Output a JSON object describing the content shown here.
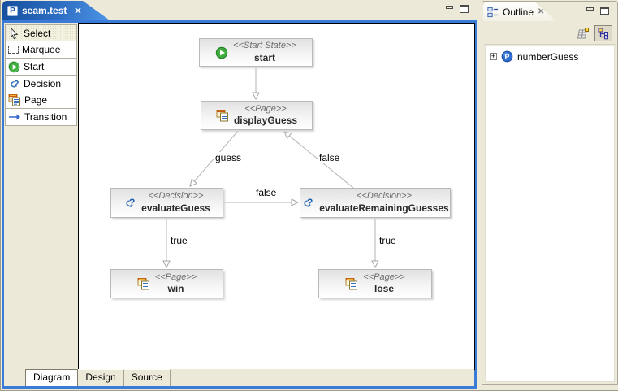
{
  "window": {
    "background": "#ece9d8",
    "accent_blue": "#3b7bd8"
  },
  "editor": {
    "tab": {
      "label": "seam.test",
      "file_icon_letter": "P",
      "close_glyph": "✕"
    },
    "palette": {
      "items": [
        {
          "label": "Select",
          "icon": "select-cursor-icon",
          "selected": true
        },
        {
          "label": "Marquee",
          "icon": "marquee-icon",
          "selected": false
        },
        {
          "label": "Start",
          "icon": "start-icon",
          "selected": false
        },
        {
          "label": "Decision",
          "icon": "decision-icon",
          "selected": false
        },
        {
          "label": "Page",
          "icon": "page-icon",
          "selected": false
        },
        {
          "label": "Transition",
          "icon": "transition-arrow-icon",
          "selected": false
        }
      ]
    },
    "bottom_tabs": [
      {
        "label": "Diagram",
        "selected": true
      },
      {
        "label": "Design",
        "selected": false
      },
      {
        "label": "Source",
        "selected": false
      }
    ]
  },
  "diagram": {
    "nodes": [
      {
        "stereotype": "<<Start State>>",
        "name": "start",
        "icon": "start-icon"
      },
      {
        "stereotype": "<<Page>>",
        "name": "displayGuess",
        "icon": "page-icon"
      },
      {
        "stereotype": "<<Decision>>",
        "name": "evaluateGuess",
        "icon": "decision-icon"
      },
      {
        "stereotype": "<<Decision>>",
        "name": "evaluateRemainingGuesses",
        "icon": "decision-icon"
      },
      {
        "stereotype": "<<Page>>",
        "name": "win",
        "icon": "page-icon"
      },
      {
        "stereotype": "<<Page>>",
        "name": "lose",
        "icon": "page-icon"
      }
    ],
    "transitions": [
      {
        "from": "start",
        "to": "displayGuess",
        "label": ""
      },
      {
        "from": "displayGuess",
        "to": "evaluateGuess",
        "label": "guess"
      },
      {
        "from": "evaluateRemainingGuesses",
        "to": "displayGuess",
        "label": "false"
      },
      {
        "from": "evaluateGuess",
        "to": "evaluateRemainingGuesses",
        "label": "false"
      },
      {
        "from": "evaluateGuess",
        "to": "win",
        "label": "true"
      },
      {
        "from": "evaluateRemainingGuesses",
        "to": "lose",
        "label": "true"
      }
    ]
  },
  "outline": {
    "tab_label": "Outline",
    "close_glyph": "✕",
    "expander_glyph": "+",
    "tree": [
      {
        "label": "numberGuess",
        "icon_letter": "P"
      }
    ]
  }
}
